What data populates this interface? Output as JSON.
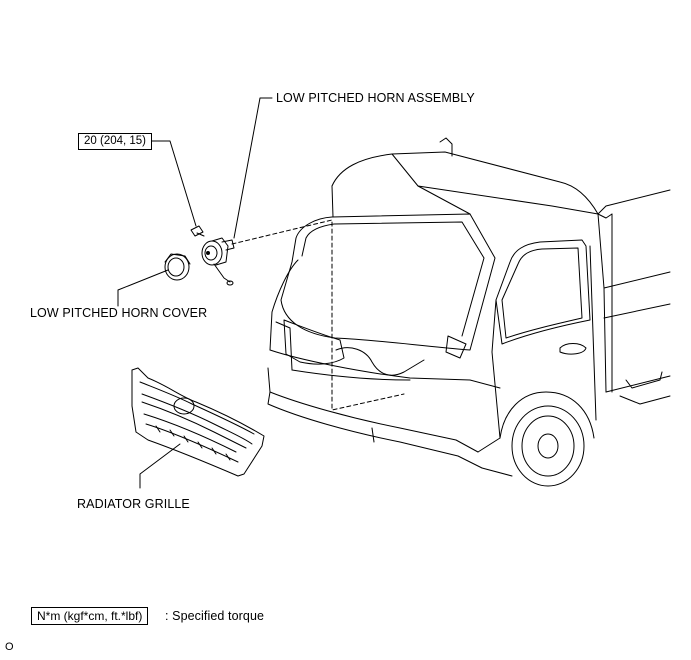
{
  "labels": {
    "horn_assembly": "LOW PITCHED HORN ASSEMBLY",
    "horn_cover": "LOW PITCHED HORN COVER",
    "radiator_grille": "RADIATOR GRILLE"
  },
  "torque": {
    "value": "20 (204, 15)"
  },
  "legend": {
    "unit_box": "N*m (kgf*cm, ft.*lbf)",
    "description": ": Specified torque"
  },
  "footer": {
    "code": "O"
  }
}
